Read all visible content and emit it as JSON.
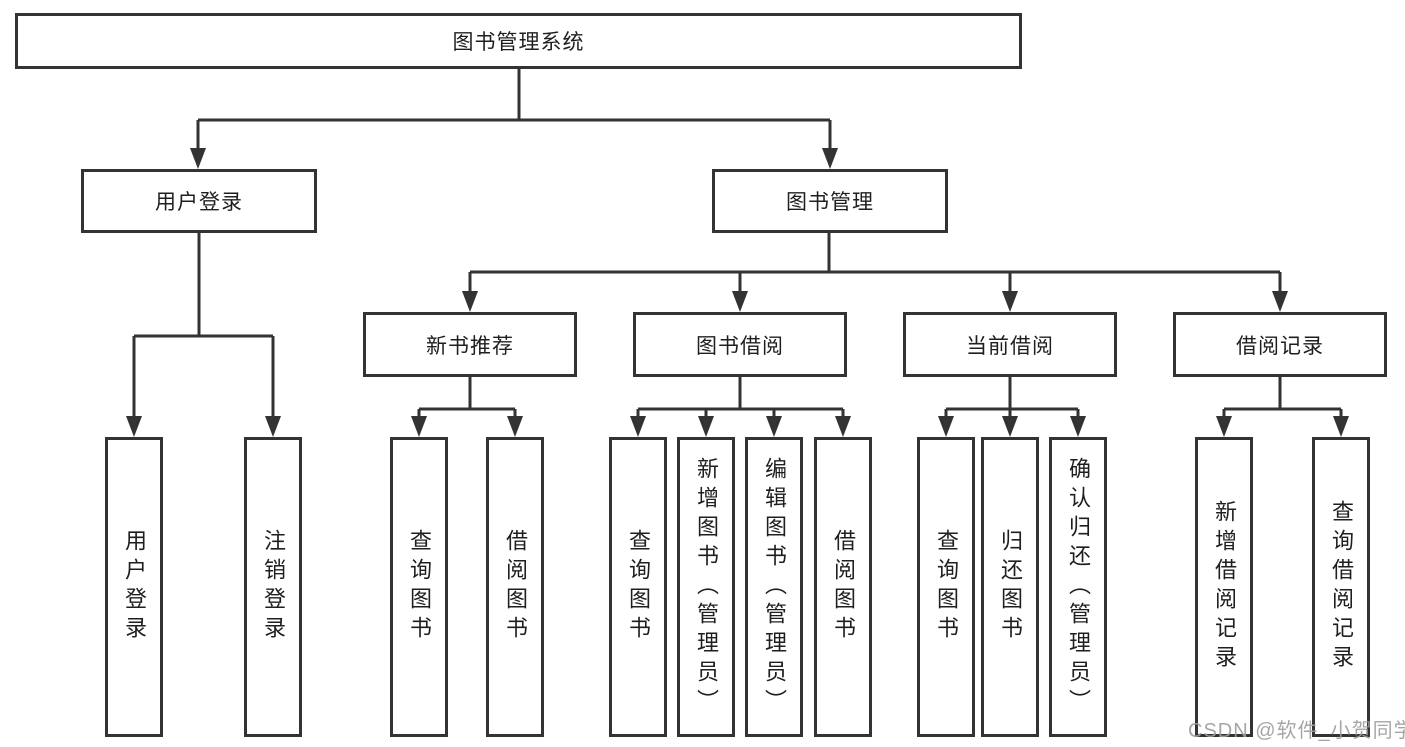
{
  "root": {
    "label": "图书管理系统"
  },
  "branches": [
    {
      "label": "用户登录"
    },
    {
      "label": "图书管理"
    }
  ],
  "sections": [
    {
      "label": "新书推荐"
    },
    {
      "label": "图书借阅"
    },
    {
      "label": "当前借阅"
    },
    {
      "label": "借阅记录"
    }
  ],
  "leaves": {
    "user_login": [
      "用户登录",
      "注销登录"
    ],
    "new_book": [
      "查询图书",
      "借阅图书"
    ],
    "book_borrow": [
      "查询图书",
      "新增图书（管理员）",
      "编辑图书（管理员）",
      "借阅图书"
    ],
    "current_borrow": [
      "查询图书",
      "归还图书",
      "确认归还（管理员）"
    ],
    "borrow_record": [
      "新增借阅记录",
      "查询借阅记录"
    ]
  },
  "watermark": "CSDN @软件_小贺同学",
  "colors": {
    "line": "#333333",
    "text": "#1f1f1f",
    "watermark": "#9e9e9e",
    "background": "#ffffff"
  }
}
